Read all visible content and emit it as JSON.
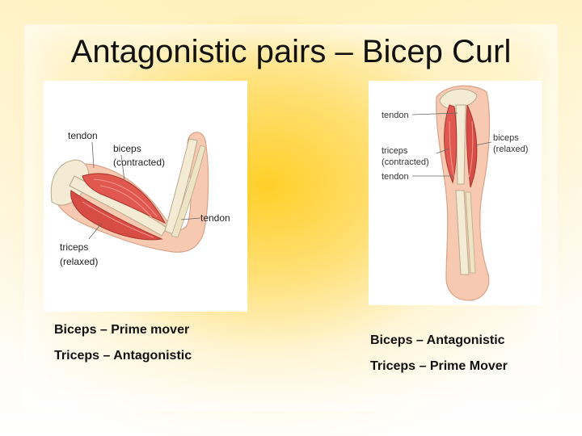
{
  "slide": {
    "title": "Antagonistic pairs – Bicep Curl"
  },
  "diagram_left": {
    "labels": {
      "tendon_top": "tendon",
      "biceps": "biceps",
      "biceps_state": "(contracted)",
      "tendon_right": "tendon",
      "triceps": "triceps",
      "triceps_state": "(relaxed)"
    }
  },
  "diagram_right": {
    "labels": {
      "tendon_top": "tendon",
      "triceps": "triceps",
      "triceps_state": "(contracted)",
      "tendon_bottom": "tendon",
      "biceps": "biceps",
      "biceps_state": "(relaxed)"
    }
  },
  "captions": {
    "left_line1": "Biceps – Prime mover",
    "left_line2": "Triceps – Antagonistic",
    "right_line1": "Biceps – Antagonistic",
    "right_line2": "Triceps – Prime Mover"
  },
  "colors": {
    "muscle": "#e0584f",
    "bone": "#f4ebd5",
    "skin": "#f7c9b0",
    "background_accent": "#ffd21f"
  }
}
